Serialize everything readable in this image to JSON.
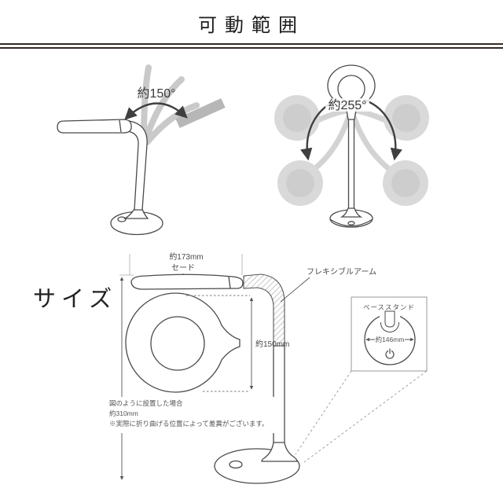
{
  "header": {
    "title": "可動範囲"
  },
  "range_section": {
    "tilt_angle_label": "約150°",
    "rotation_angle_label": "約255°"
  },
  "size_section": {
    "section_label": "サイズ",
    "shade_width_label": "約173mm",
    "shade_label": "セード",
    "flexible_arm_label": "フレキシブルアーム",
    "head_diameter_label": "約150mm",
    "note_line1": "図のように設置した場合",
    "note_line2": "約310mm",
    "note_line3": "※実際に折り曲げる位置によって差異がございます。",
    "base_inset": {
      "title": "ベーススタンド",
      "base_diameter_label": "約146mm",
      "power_icon": "⏻"
    }
  },
  "colors": {
    "line": "#4a4a4a",
    "arrow": "#3f3f3f",
    "ghost": "#d9d9d9",
    "divider": "#342a24",
    "text": "#3c3c3c"
  }
}
